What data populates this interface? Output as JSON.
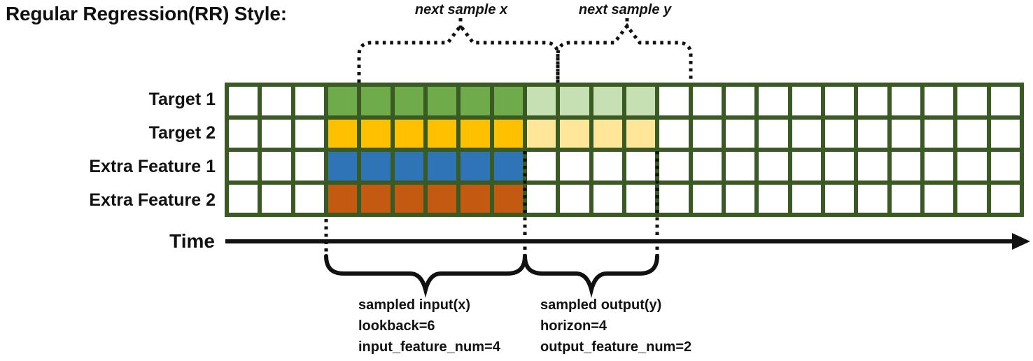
{
  "title": "Regular Regression(RR) Style:",
  "annotations": {
    "next_sample_x": "next sample x",
    "next_sample_y": "next sample y"
  },
  "grid": {
    "cols": 24,
    "input_start": 3,
    "lookback": 6,
    "horizon": 4,
    "rows": [
      {
        "label": "Target 1",
        "input_color": "green",
        "output_color": "light_green"
      },
      {
        "label": "Target 2",
        "input_color": "gold",
        "output_color": "light_gold"
      },
      {
        "label": "Extra Feature 1",
        "input_color": "blue",
        "output_color": null
      },
      {
        "label": "Extra Feature 2",
        "input_color": "orange",
        "output_color": null
      }
    ]
  },
  "colors": {
    "grid_border": "#3A5A23",
    "cell_empty": "#FFFFFF",
    "green": "#6FAB4B",
    "light_green": "#C6E0B4",
    "gold": "#FFC000",
    "light_gold": "#FFE699",
    "blue": "#2E74B6",
    "orange": "#C45911",
    "ink": "#111111"
  },
  "time_label": "Time",
  "sampled_input": {
    "lines": [
      "sampled input(x)",
      "lookback=6",
      "input_feature_num=4"
    ]
  },
  "sampled_output": {
    "lines": [
      "sampled output(y)",
      "horizon=4",
      "output_feature_num=2"
    ]
  }
}
